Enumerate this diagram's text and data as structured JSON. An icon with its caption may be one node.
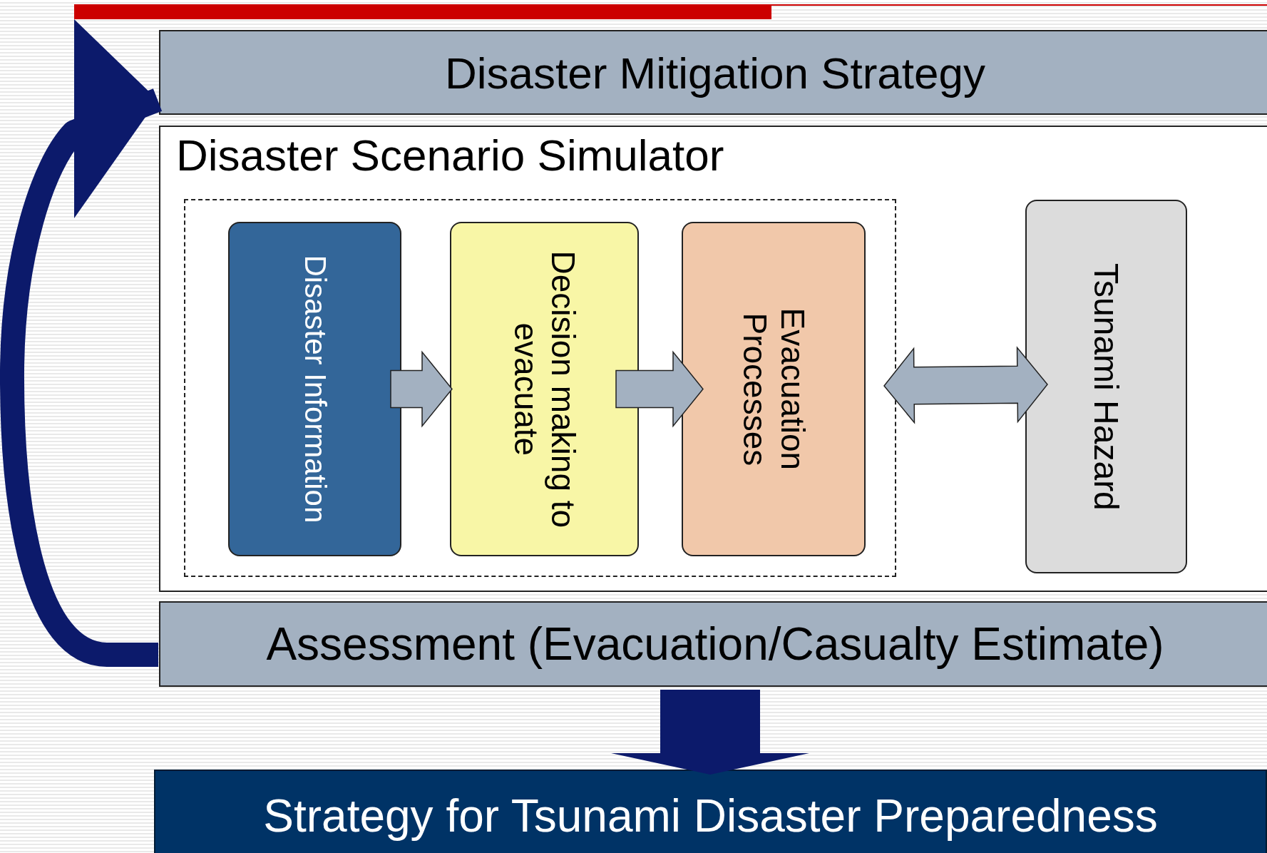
{
  "diagram": {
    "nodes": [
      {
        "text": [
          "Disaster Mitigation Strategy"
        ]
      },
      {
        "text": [
          "Disaster Scenario Simulator"
        ]
      },
      {
        "text": [],
        "shape": "box",
        "in": 1
      },
      {
        "text": [
          "Disaster Information"
        ],
        "in": 2
      },
      {
        "text": [
          "Decision making to evacuate"
        ],
        "in": 2
      },
      {
        "text": [
          "Evacuation Processes"
        ],
        "in": 2
      },
      {
        "text": [
          "Tsunami Hazard"
        ],
        "in": 1
      },
      {
        "text": [
          "Assessment (Evacuation/Casualty Estimate)"
        ]
      },
      {
        "text": [
          "Strategy for Tsunami Disaster Preparedness"
        ]
      }
    ],
    "edges": [
      {
        "from": 3,
        "to": 4,
        "arrow": "to"
      },
      {
        "from": 4,
        "to": 5,
        "arrow": "to"
      },
      {
        "from": 2,
        "to": 6,
        "arrow": "both"
      },
      {
        "from": 7,
        "to": 8,
        "arrow": "to",
        "color": "#0c1a6b"
      },
      {
        "from": 7,
        "to": 0,
        "arrow": "to",
        "color": "#0c1a6b"
      }
    ]
  }
}
